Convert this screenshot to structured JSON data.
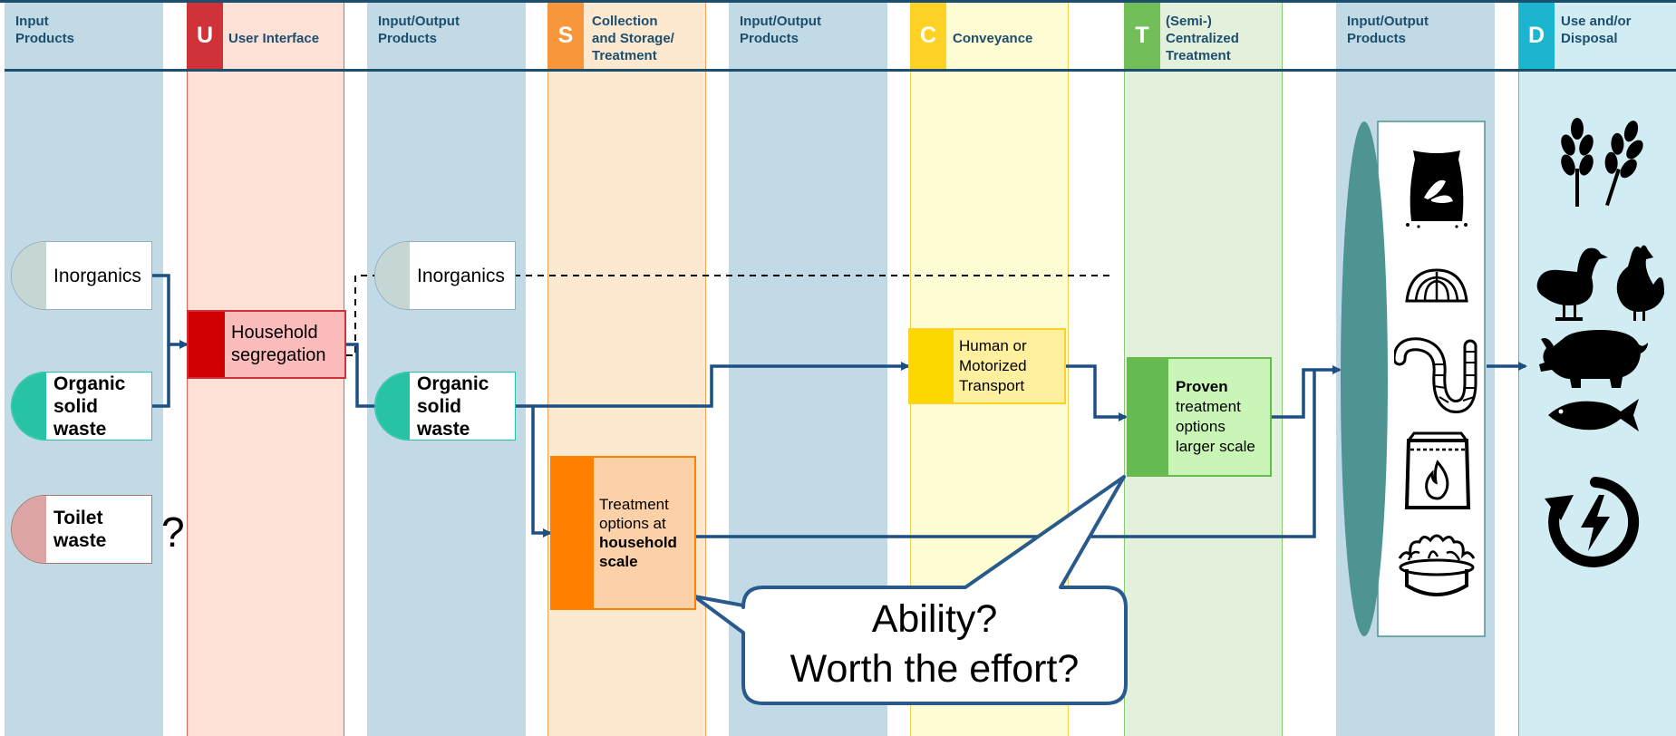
{
  "columns": [
    {
      "id": "input-products-1",
      "title": "Input\nProducts"
    },
    {
      "id": "user-interface",
      "letter": "U",
      "title": "User Interface"
    },
    {
      "id": "input-output-1",
      "title": "Input/Output\nProducts"
    },
    {
      "id": "collection-storage",
      "letter": "S",
      "title": "Collection\nand Storage/\nTreatment"
    },
    {
      "id": "input-output-2",
      "title": "Input/Output\nProducts"
    },
    {
      "id": "conveyance",
      "letter": "C",
      "title": "Conveyance"
    },
    {
      "id": "centralized-treatment",
      "letter": "T",
      "title": "(Semi-)\nCentralized\nTreatment"
    },
    {
      "id": "input-output-3",
      "title": "Input/Output\nProducts"
    },
    {
      "id": "use-disposal",
      "letter": "D",
      "title": "Use and/or\nDisposal"
    }
  ],
  "products": {
    "inorganics_1": "Inorganics",
    "organic_1": "Organic\nsolid\nwaste",
    "toilet": "Toilet\nwaste",
    "question_mark": "?",
    "inorganics_2": "Inorganics",
    "organic_2": "Organic\nsolid\nwaste"
  },
  "technologies": {
    "segregation": "Household\nsegregation",
    "household_treatment_prefix": "Treatment\noptions at",
    "household_treatment_bold": "household\nscale",
    "transport": "Human or\nMotorized\nTransport",
    "proven_bold": "Proven",
    "proven_rest": "treatment\noptions\nlarger scale"
  },
  "callout": {
    "line1": "Ability?",
    "line2": "Worth the effort?"
  },
  "output_icons": [
    "compost-bag-icon",
    "larva-icon",
    "worm-icon",
    "fuel-briquette-icon",
    "biogas-flame-icon"
  ],
  "use_icons": [
    "crops-icon",
    "poultry-icon",
    "pig-icon",
    "fish-icon",
    "energy-recovery-icon"
  ],
  "colors": {
    "column_blue": "#c2dae5",
    "ui_pink": "#fde0d6",
    "ui_red": "#d0323a",
    "storage_orange": "#fde8d0",
    "storage_badge": "#f7963a",
    "conveyance_yellow": "#fefcd2",
    "conveyance_badge": "#fdd225",
    "treatment_green": "#e3f0db",
    "treatment_badge": "#72bf5a",
    "disposal_cyan": "#d1edf3",
    "disposal_badge": "#1cb5cf",
    "flow": "#1d4f82",
    "teal": "#28c3a7",
    "teal_dark": "#4d9493"
  }
}
